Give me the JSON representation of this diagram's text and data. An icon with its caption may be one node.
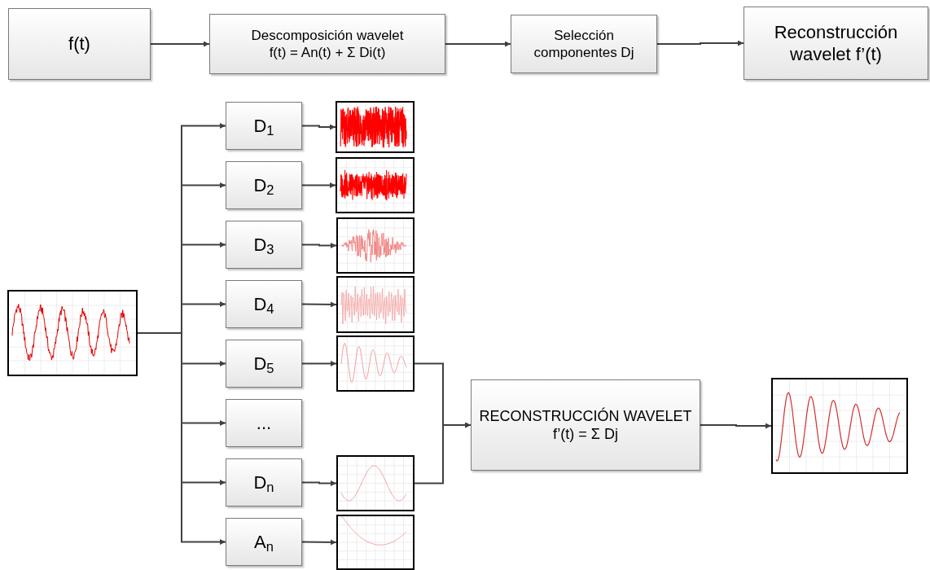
{
  "diagram": {
    "nodes": [
      {
        "text": [
          "f(t)"
        ]
      },
      {
        "text": [
          "Descomposición wavelet",
          "f(t) = An(t) + Σ Di(t)"
        ]
      },
      {
        "text": [
          "Selección componentes Dj"
        ]
      },
      {
        "text": [
          "Reconstrucción wavelet f’(t)"
        ]
      },
      {
        "text": [],
        "shape": "picture"
      },
      {
        "text": [
          "D$_{1}$"
        ]
      },
      {
        "text": [
          "D$_{2}$"
        ]
      },
      {
        "text": [
          "D$_{3}$"
        ]
      },
      {
        "text": [
          "D$_{4}$"
        ]
      },
      {
        "text": [
          "D$_{5}$"
        ]
      },
      {
        "text": [
          "..."
        ]
      },
      {
        "text": [
          "D$_{n}$"
        ]
      },
      {
        "text": [
          "A$_{n}$"
        ]
      },
      {
        "text": [],
        "shape": "picture"
      },
      {
        "text": [],
        "shape": "picture"
      },
      {
        "text": [],
        "shape": "picture"
      },
      {
        "text": [],
        "shape": "picture"
      },
      {
        "text": [],
        "shape": "picture"
      },
      {
        "text": [],
        "shape": "picture"
      },
      {
        "text": [],
        "shape": "picture"
      },
      {
        "text": [
          "RECONSTRUCCIÓN WAVELET",
          "f’(t) = Σ Dj"
        ]
      },
      {
        "text": [],
        "shape": "picture"
      }
    ],
    "edges": [
      {
        "from": 0,
        "to": 1,
        "arrow": "to"
      },
      {
        "from": 1,
        "to": 2,
        "arrow": "to"
      },
      {
        "from": 2,
        "to": 3,
        "arrow": "to"
      },
      {
        "from": 4,
        "to": 5,
        "arrow": "to"
      },
      {
        "from": 4,
        "to": 6,
        "arrow": "to"
      },
      {
        "from": 4,
        "to": 7,
        "arrow": "to"
      },
      {
        "from": 4,
        "to": 8,
        "arrow": "to"
      },
      {
        "from": 4,
        "to": 9,
        "arrow": "to"
      },
      {
        "from": 4,
        "to": 10,
        "arrow": "to"
      },
      {
        "from": 4,
        "to": 11,
        "arrow": "to"
      },
      {
        "from": 4,
        "to": 12,
        "arrow": "to"
      },
      {
        "from": 5,
        "to": 13,
        "arrow": "to"
      },
      {
        "from": 6,
        "to": 14,
        "arrow": "to"
      },
      {
        "from": 7,
        "to": 15,
        "arrow": "to"
      },
      {
        "from": 8,
        "to": 16,
        "arrow": "to"
      },
      {
        "from": 9,
        "to": 17,
        "arrow": "to"
      },
      {
        "from": 11,
        "to": 18,
        "arrow": "to"
      },
      {
        "from": 12,
        "to": 19,
        "arrow": "to"
      },
      {
        "from": 17,
        "to": 20,
        "arrow": "to"
      },
      {
        "from": 18,
        "to": 20,
        "arrow": "to"
      },
      {
        "from": 20,
        "to": 21,
        "arrow": "to"
      }
    ]
  }
}
